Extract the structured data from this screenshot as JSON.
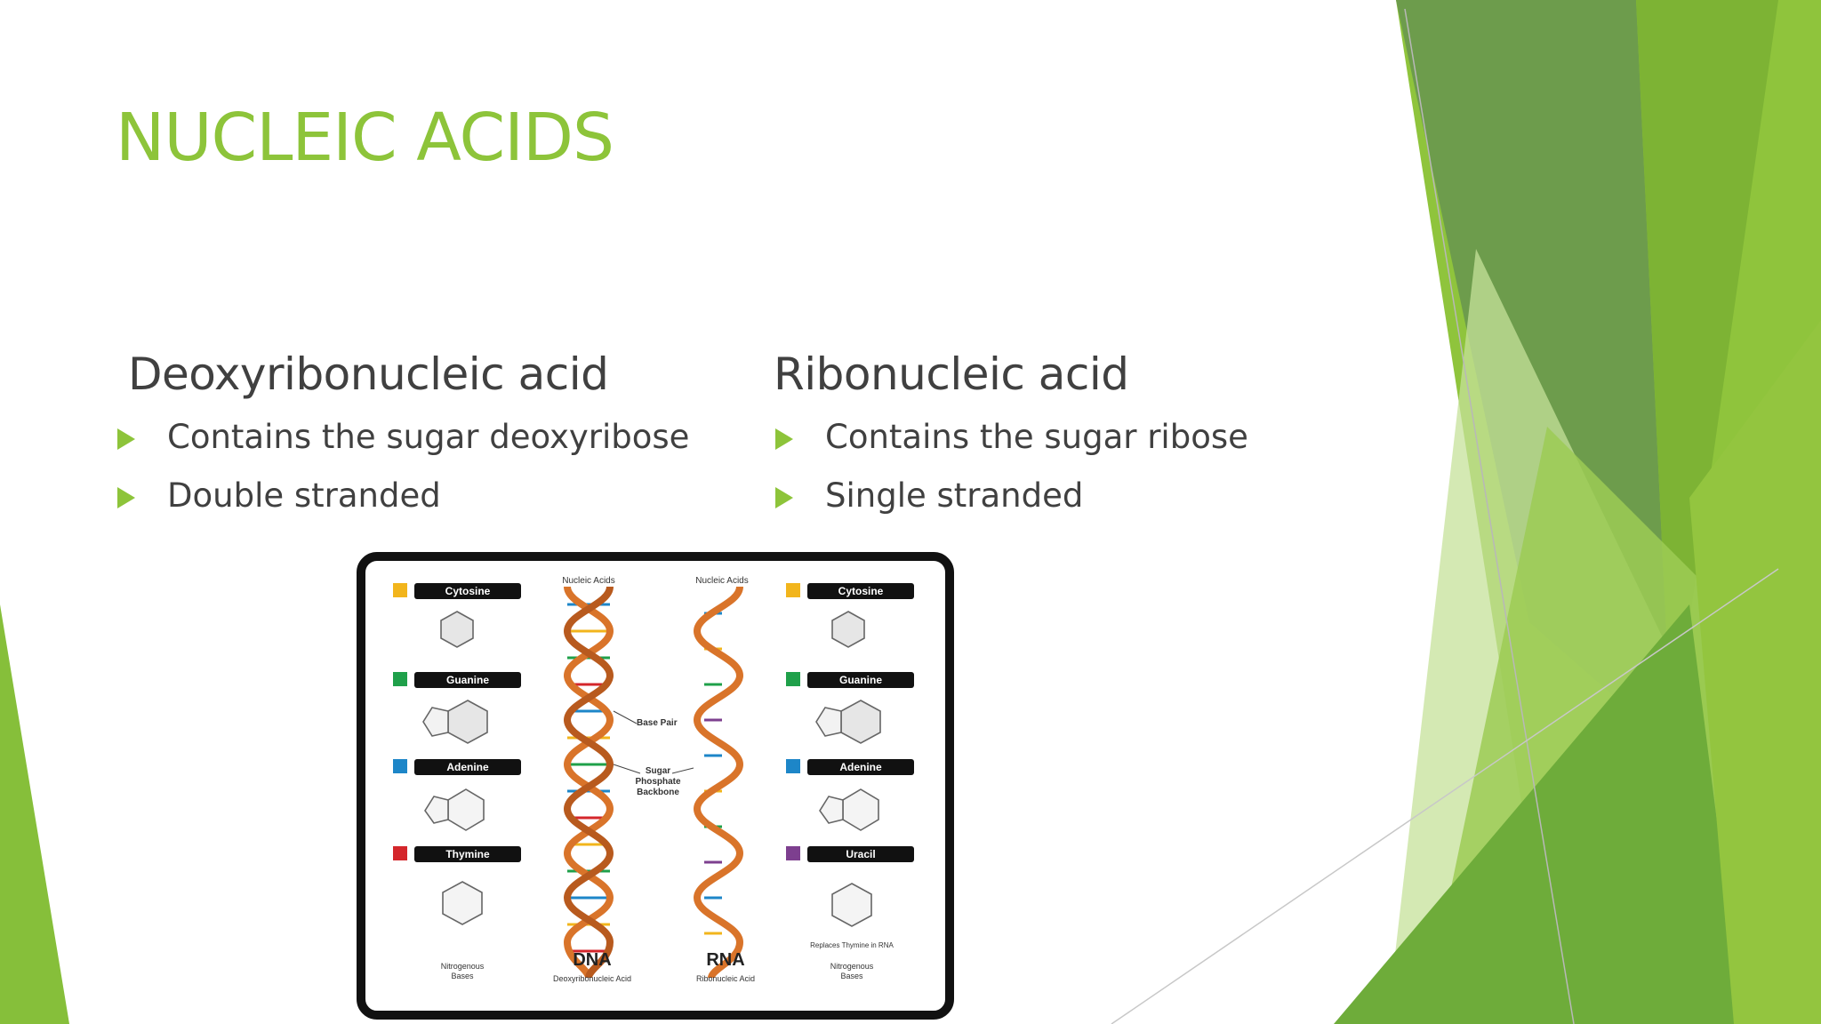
{
  "title": "NUCLEIC ACIDS",
  "columns": [
    {
      "heading": "Deoxyribonucleic acid",
      "bullets": [
        "Contains the sugar deoxyribose",
        "Double stranded"
      ]
    },
    {
      "heading": "Ribonucleic acid",
      "bullets": [
        "Contains the sugar ribose",
        "Single stranded"
      ]
    }
  ],
  "figure": {
    "left_bases": [
      "Cytosine",
      "Guanine",
      "Adenine",
      "Thymine"
    ],
    "right_bases": [
      "Cytosine",
      "Guanine",
      "Adenine",
      "Uracil"
    ],
    "dna_label": "DNA",
    "rna_label": "RNA",
    "dna_caption": "Deoxyribonucleic Acid",
    "rna_caption": "Ribonucleic Acid",
    "left_caption_1": "Nitrogenous",
    "left_caption_2": "Bases",
    "right_caption_1": "Nitrogenous",
    "right_caption_2": "Bases",
    "right_note": "Replaces Thymine in RNA",
    "dna_top_label": "Nucleic Acids",
    "rna_top_label": "Nucleic Acids",
    "base_pair_label": "Base Pair",
    "backbone_label_1": "Sugar",
    "backbone_label_2": "Phosphate",
    "backbone_label_3": "Backbone",
    "base_colors": [
      "#f2b51c",
      "#1fa04a",
      "#1d86c8",
      "#d4262b",
      "#7d3f8f"
    ]
  },
  "colors": {
    "accent": "#8dc43a",
    "text": "#404040",
    "deco_dark": "#6a9a4a",
    "deco_mid": "#7ab534",
    "deco_light": "#a8d45a"
  }
}
